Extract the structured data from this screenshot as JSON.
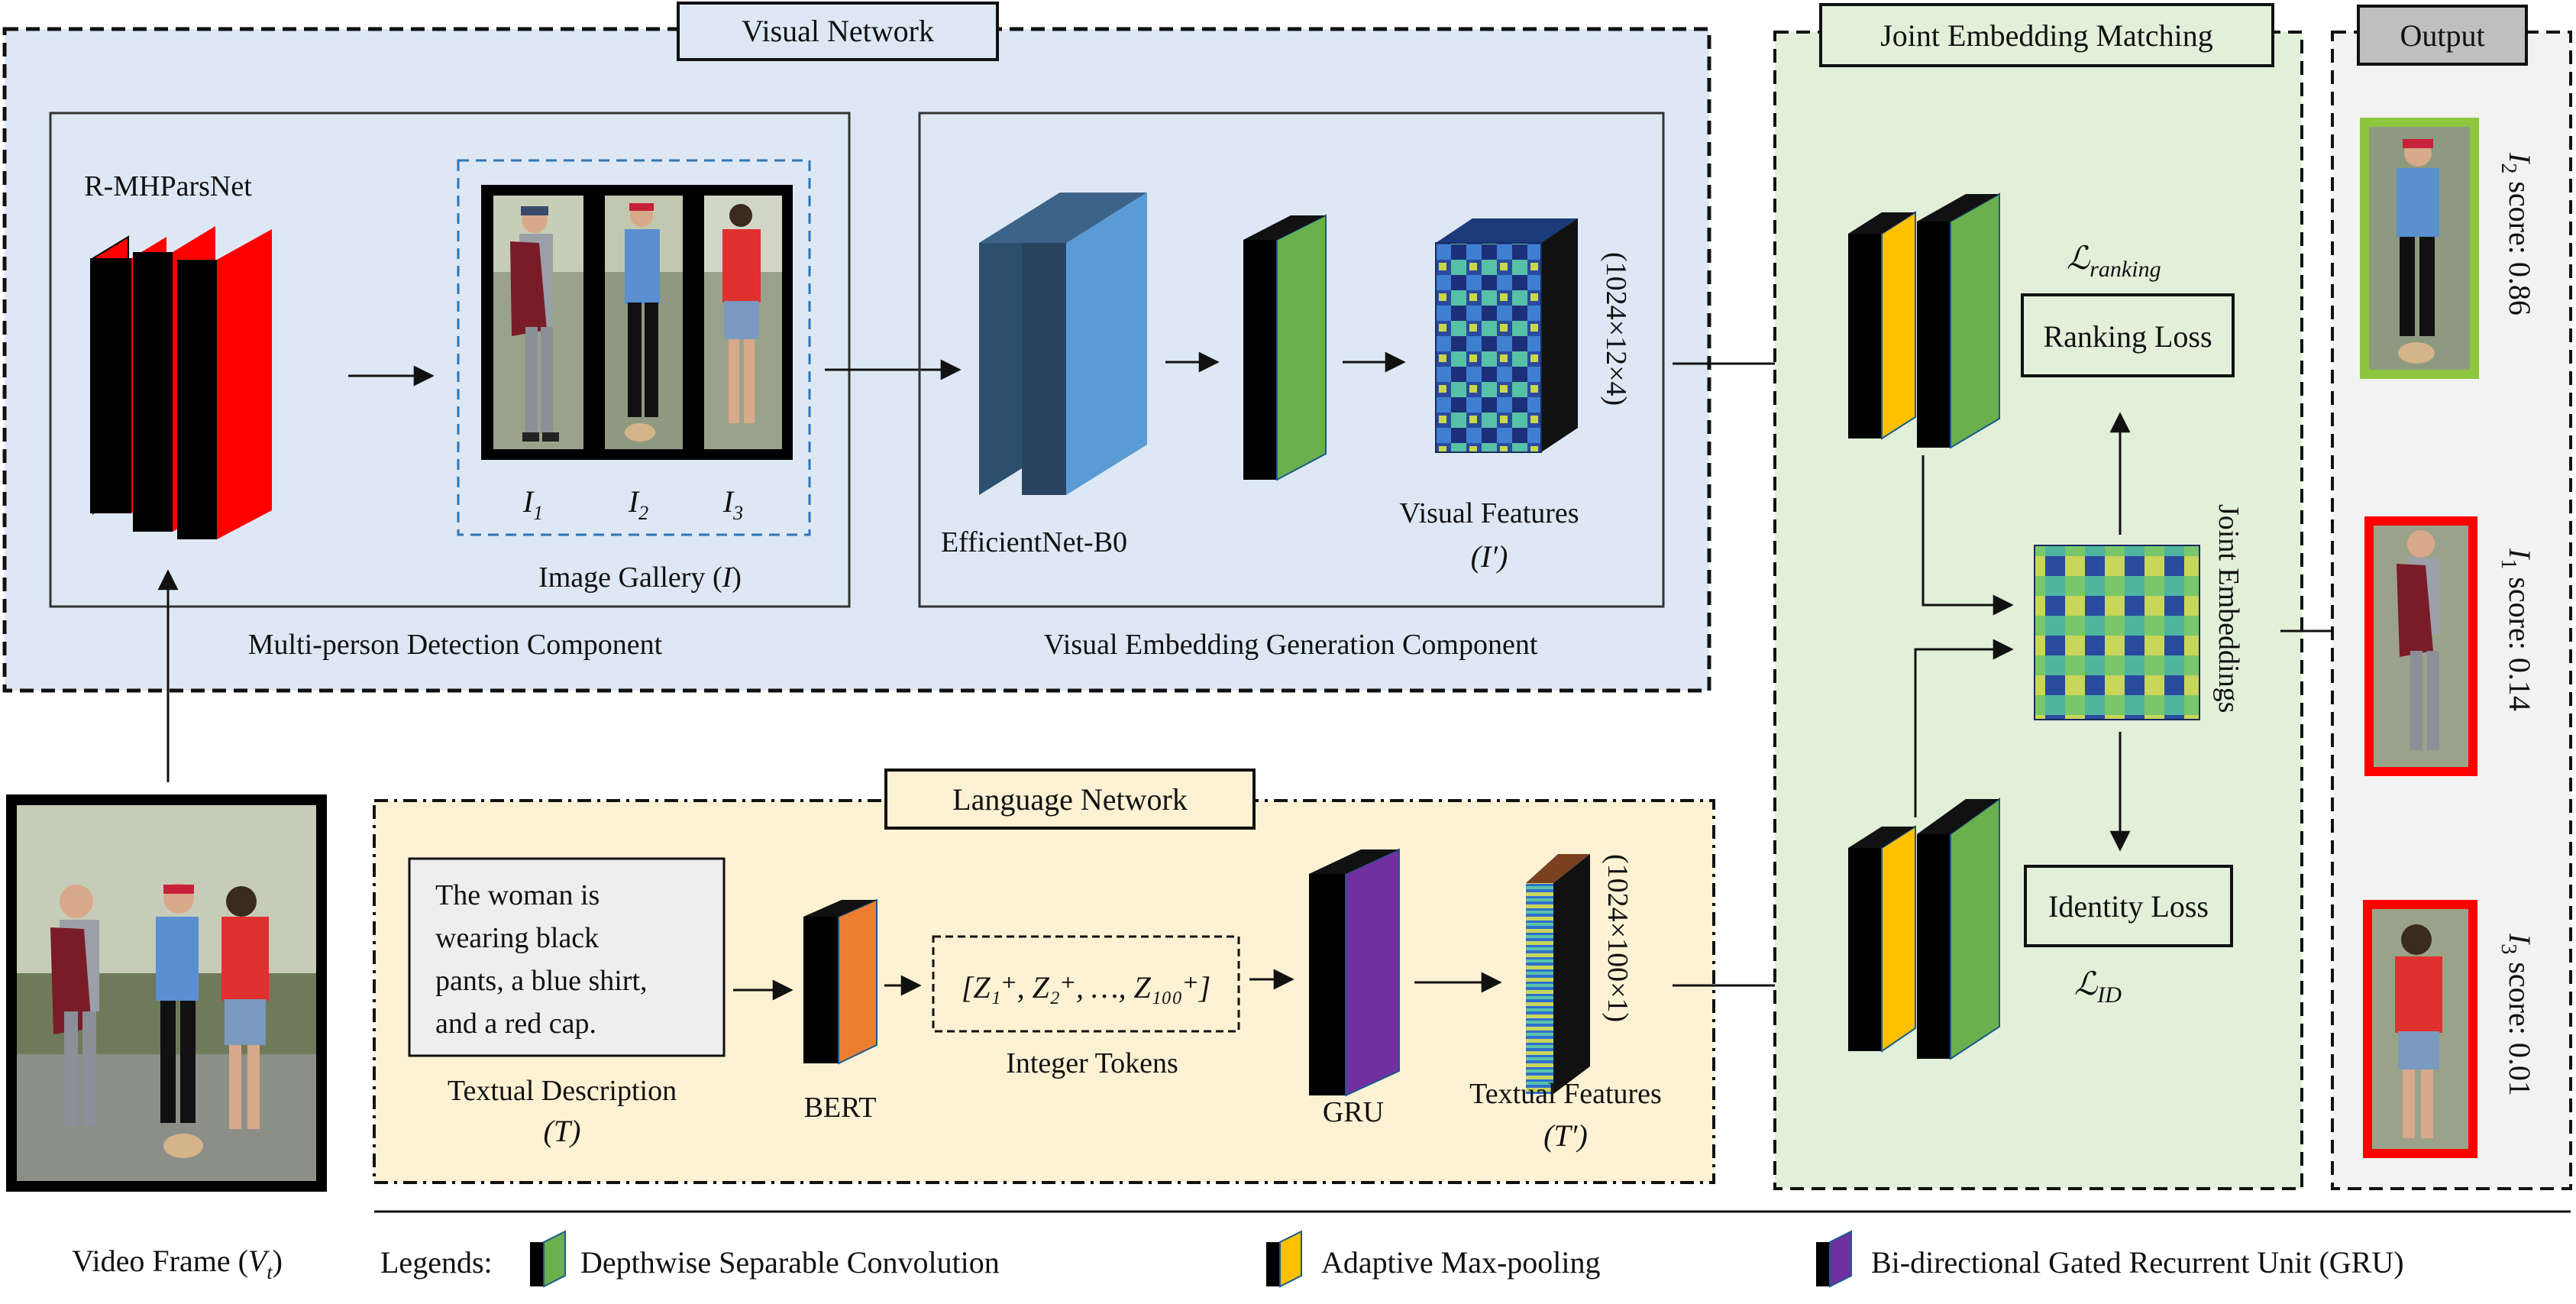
{
  "visual_network": {
    "title": "Visual Network",
    "detection": {
      "model": "R-MHParsNet",
      "gallery_labels": [
        "I",
        "I",
        "I"
      ],
      "gallery_subscripts": [
        "1",
        "2",
        "3"
      ],
      "gallery_caption": "Image Gallery (",
      "gallery_symbol": "I",
      "gallery_caption_end": ")",
      "component_label": "Multi-person Detection Component"
    },
    "embedding": {
      "backbone": "EfficientNet-B0",
      "features_label": "Visual Features",
      "features_symbol": "(I′)",
      "features_dims": "(1024×12×4)",
      "component_label": "Visual Embedding Generation Component"
    }
  },
  "video_frame": {
    "label": "Video Frame (",
    "symbol": "V",
    "subscript": "t",
    "label_end": ")"
  },
  "language_network": {
    "title": "Language Network",
    "text_lines": [
      "The woman is",
      "wearing black",
      "pants, a blue shirt,",
      "and a red cap."
    ],
    "text_caption": "Textual Description",
    "text_symbol": "(T)",
    "encoder": "BERT",
    "tokens_prefix": "[Z",
    "tokens_text": "[Z₁⁺, Z₂⁺, …, Z₁₀₀⁺]",
    "tokens_caption": "Integer Tokens",
    "rnn": "GRU",
    "features_label": "Textual Features",
    "features_symbol": "(T′)",
    "features_dims": "(1024×100×1)"
  },
  "joint": {
    "title": "Joint Embedding Matching",
    "ranking_symbol": "ℒ",
    "ranking_sub": "ranking",
    "ranking_box": "Ranking Loss",
    "identity_box": "Identity Loss",
    "identity_symbol": "ℒ",
    "identity_sub": "ID",
    "embeddings_label": "Joint Embeddings"
  },
  "output": {
    "title": "Output",
    "results": [
      {
        "symbol": "I",
        "sub": "2",
        "score_label": "score: 0.86",
        "status": "match"
      },
      {
        "symbol": "I",
        "sub": "1",
        "score_label": "score: 0.14",
        "status": "non-match"
      },
      {
        "symbol": "I",
        "sub": "3",
        "score_label": "score: 0.01",
        "status": "non-match"
      }
    ]
  },
  "legend": {
    "prefix": "Legends:",
    "items": [
      {
        "label": "Depthwise Separable Convolution",
        "color": "#6ab04c"
      },
      {
        "label": "Adaptive Max-pooling",
        "color": "#ffc000"
      },
      {
        "label": "Bi-directional Gated Recurrent Unit (GRU)",
        "color": "#7030a0"
      }
    ]
  },
  "colors": {
    "visual_bg": "#dde8f4",
    "language_bg": "#fdf1d4",
    "joint_bg": "#e2efd9",
    "output_bg": "#f2f2f2",
    "match": "#8dc63f",
    "non_match": "#ff0000",
    "conv_green": "#6ab04c",
    "pool_yellow": "#ffc000",
    "gru_purple": "#7030a0",
    "bert_orange": "#ed7d31",
    "efficientnet_blue": "#5b9bd5",
    "rmhpars_red": "#ff0000"
  }
}
